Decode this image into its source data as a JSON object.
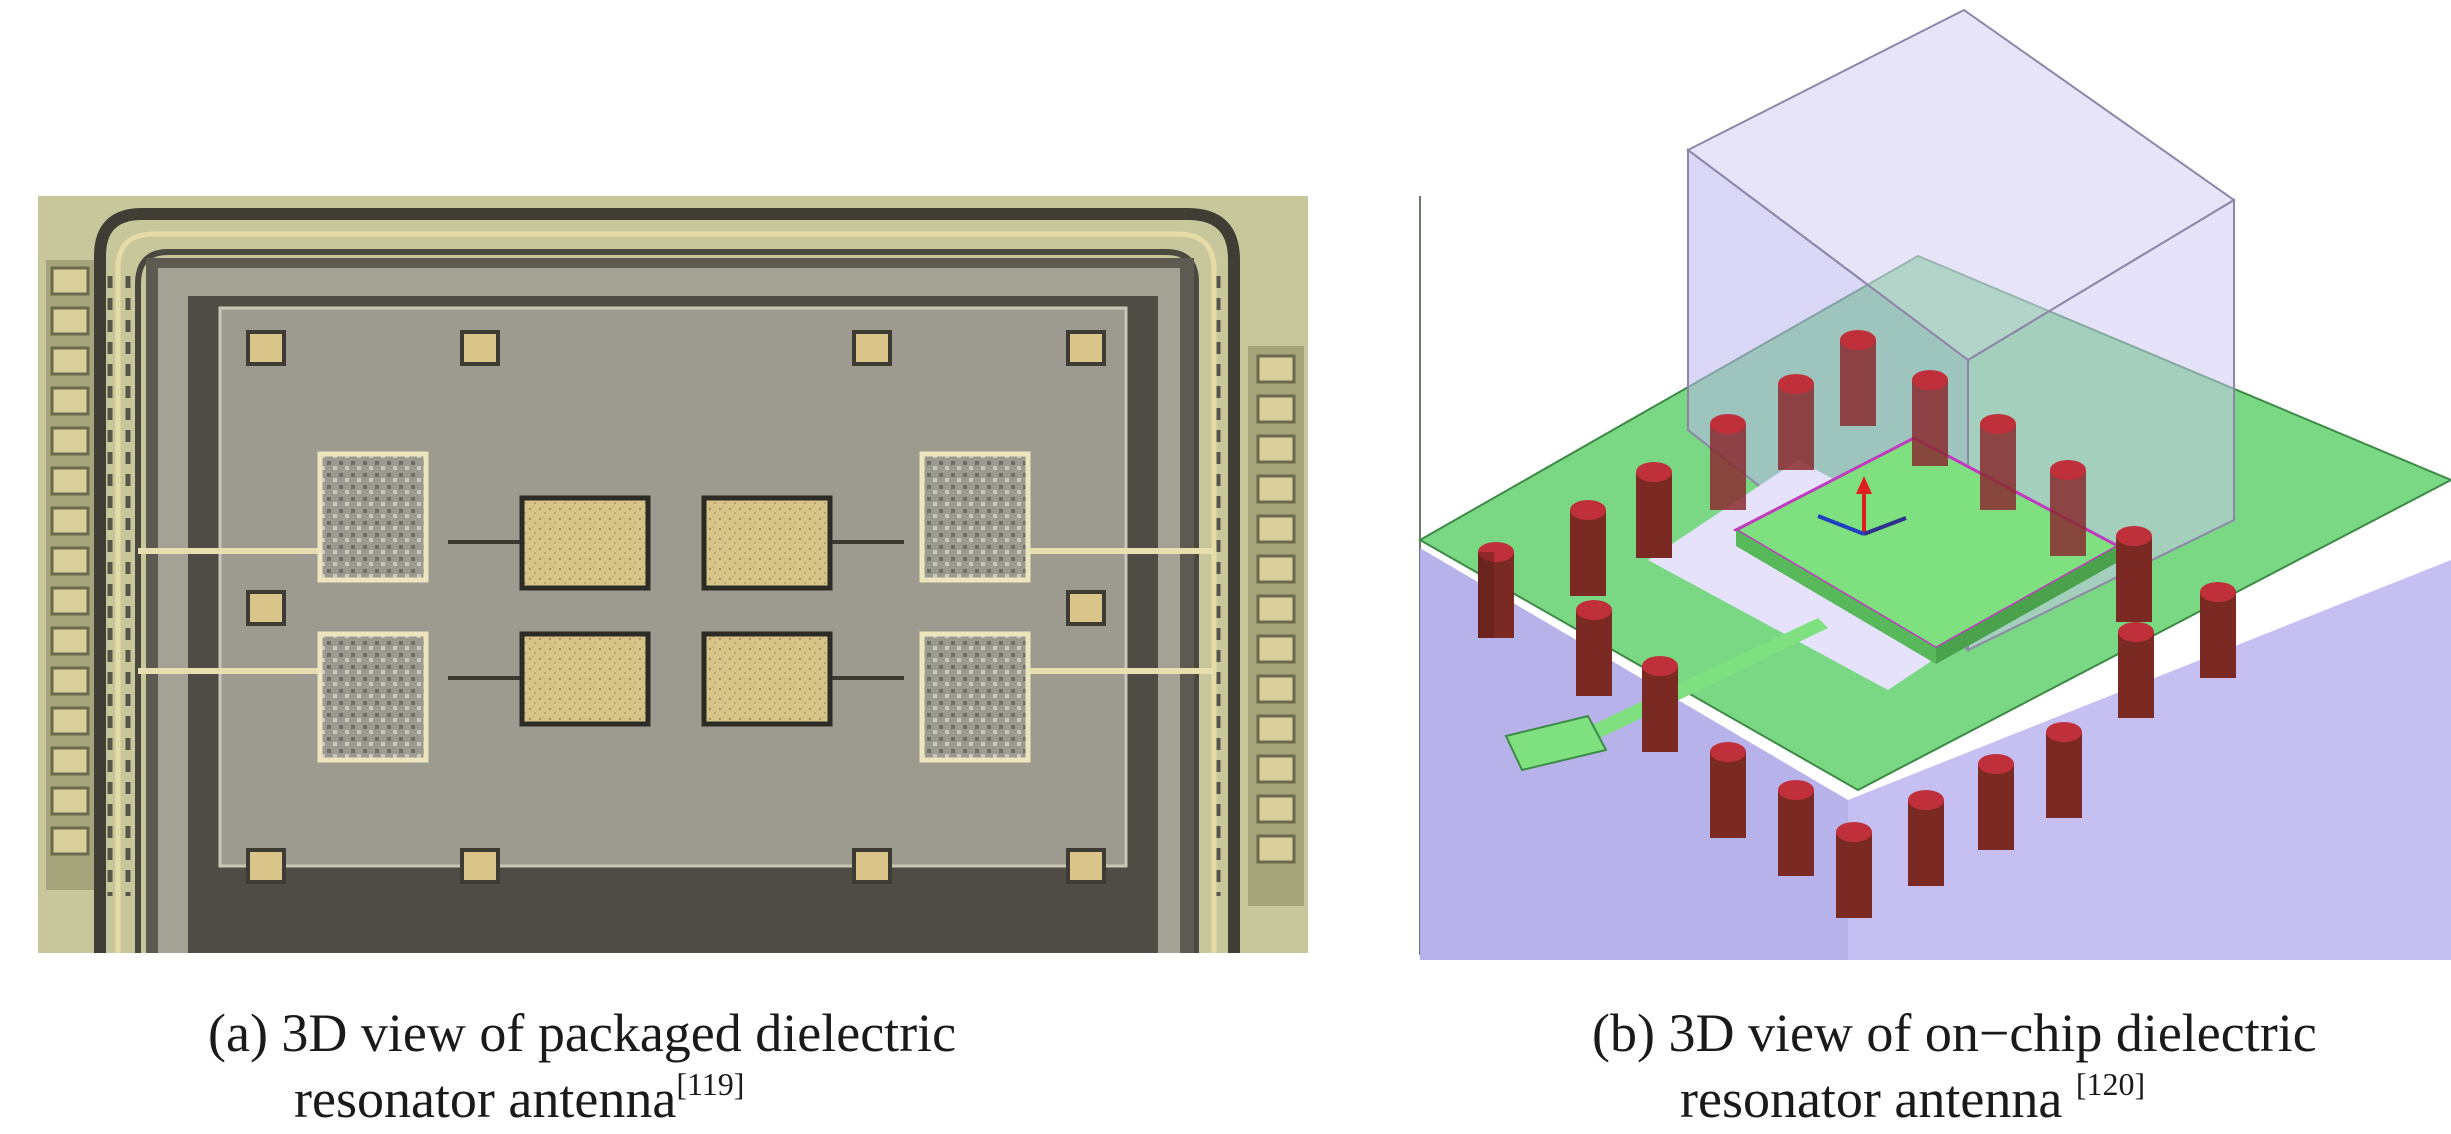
{
  "figure": {
    "panel_a": {
      "caption_line1": "(a) 3D view of packaged dielectric",
      "caption_line2": "resonator antenna",
      "citation": "[119]"
    },
    "panel_b": {
      "caption_line1": "(b) 3D view of on−chip dielectric",
      "caption_line2": "resonator antenna ",
      "citation": "[120]"
    }
  },
  "colors": {
    "die_background": "#c7c69a",
    "gold_pad": "#d9c48a",
    "chip_gray": "#9c9a8e",
    "dark_ring": "#5c5a52",
    "green_substrate": "#5fd06a",
    "purple_box": "#c6c0f0",
    "via_red": "#b8323a"
  }
}
